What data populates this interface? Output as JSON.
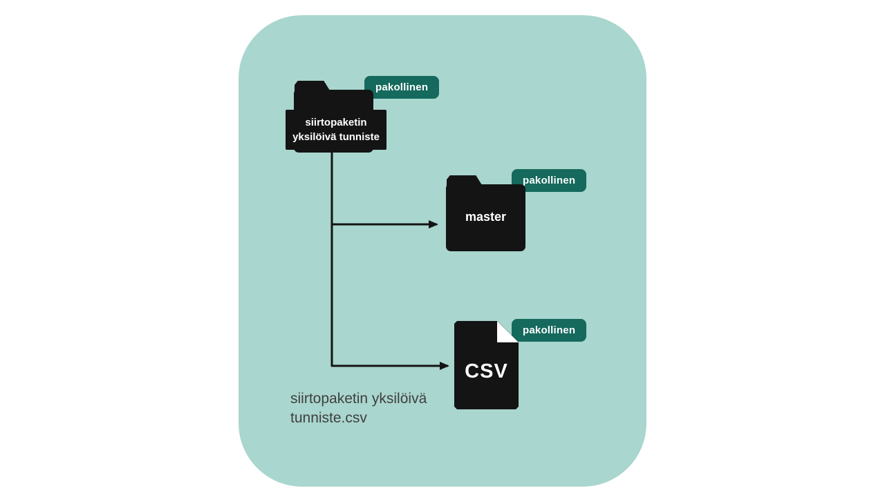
{
  "diagram": {
    "colors": {
      "panel": "#a9d6ce",
      "badge": "#15695d",
      "ink": "#141414",
      "caption": "#3f3f3f"
    },
    "root_folder": {
      "badge": "pakollinen",
      "label_line1": "siirtopaketin",
      "label_line2": "yksilöivä tunniste"
    },
    "master_folder": {
      "badge": "pakollinen",
      "label": "master"
    },
    "csv_file": {
      "badge": "pakollinen",
      "file_type": "CSV",
      "caption_line1": "siirtopaketin yksilöivä",
      "caption_line2": "tunniste.csv"
    }
  }
}
